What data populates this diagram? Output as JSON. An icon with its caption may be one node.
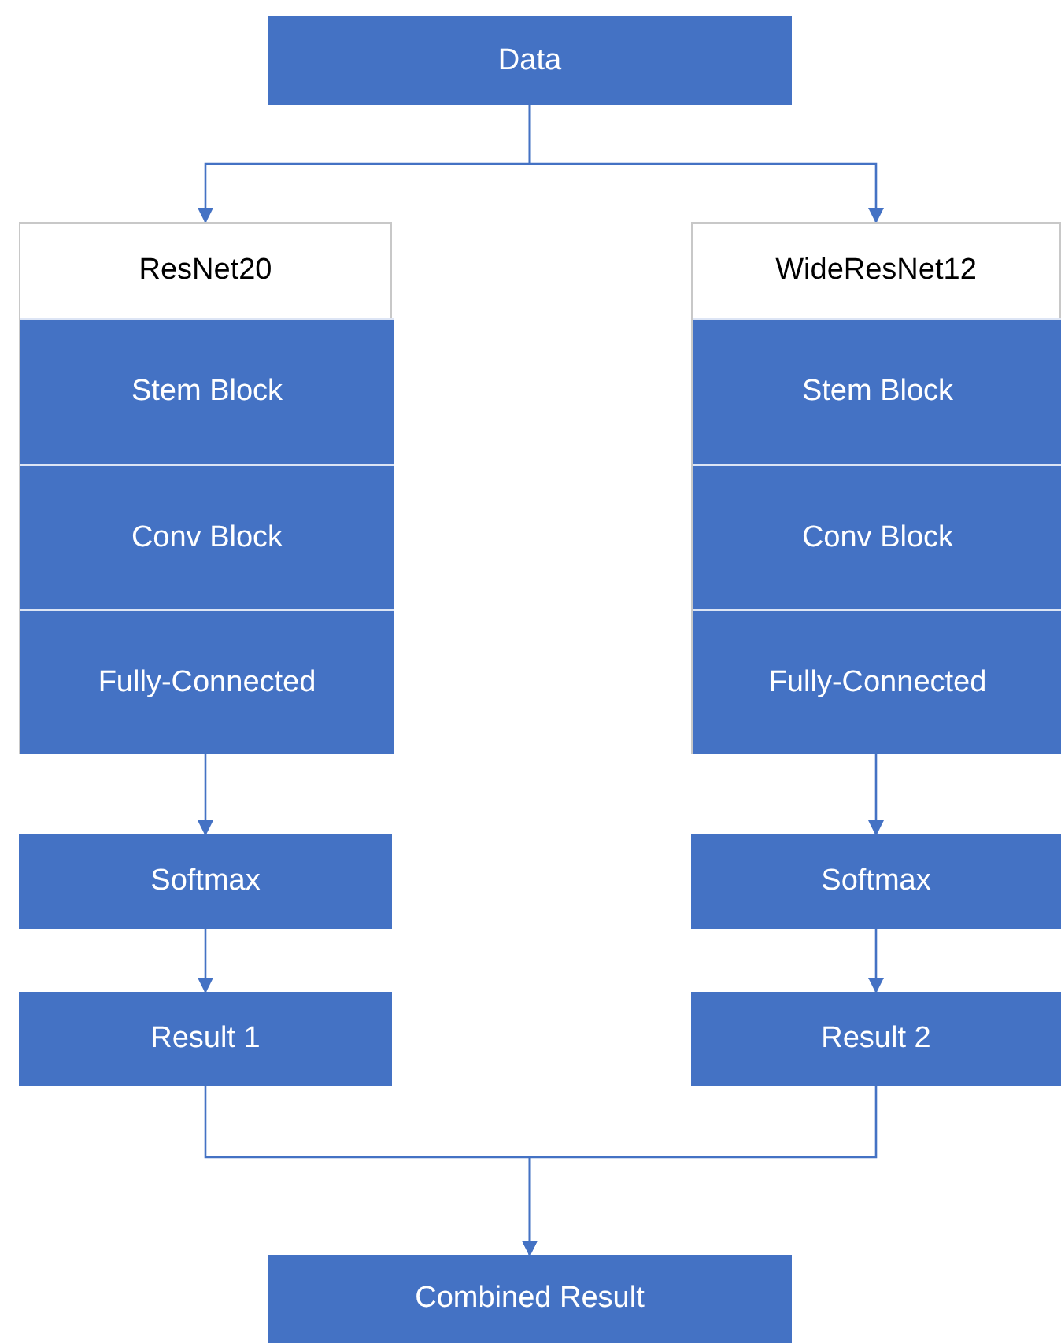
{
  "diagram": {
    "nodes": [
      {
        "text": [
          "Data"
        ]
      },
      {
        "text": [
          "ResNet20"
        ]
      },
      {
        "text": [
          "Stem Block"
        ],
        "in": 1
      },
      {
        "text": [
          "Conv Block"
        ],
        "in": 1
      },
      {
        "text": [
          "Fully-Connected"
        ],
        "in": 1
      },
      {
        "text": [
          "WideResNet12"
        ]
      },
      {
        "text": [
          "Stem Block"
        ],
        "in": 5
      },
      {
        "text": [
          "Conv Block"
        ],
        "in": 5
      },
      {
        "text": [
          "Fully-Connected"
        ],
        "in": 5
      },
      {
        "text": [
          "Softmax"
        ]
      },
      {
        "text": [
          "Softmax"
        ]
      },
      {
        "text": [
          "Result 1"
        ]
      },
      {
        "text": [
          "Result 2"
        ]
      },
      {
        "text": [
          "Combined Result"
        ]
      }
    ],
    "edges": [
      {
        "from": 0,
        "to": 1,
        "arrow": "to"
      },
      {
        "from": 0,
        "to": 5,
        "arrow": "to"
      },
      {
        "from": 4,
        "to": 9,
        "arrow": "to"
      },
      {
        "from": 8,
        "to": 10,
        "arrow": "to"
      },
      {
        "from": 9,
        "to": 11,
        "arrow": "to"
      },
      {
        "from": 10,
        "to": 12,
        "arrow": "to"
      },
      {
        "from": 11,
        "to": 13,
        "arrow": "to"
      },
      {
        "from": 12,
        "to": 13,
        "arrow": "to"
      }
    ]
  }
}
